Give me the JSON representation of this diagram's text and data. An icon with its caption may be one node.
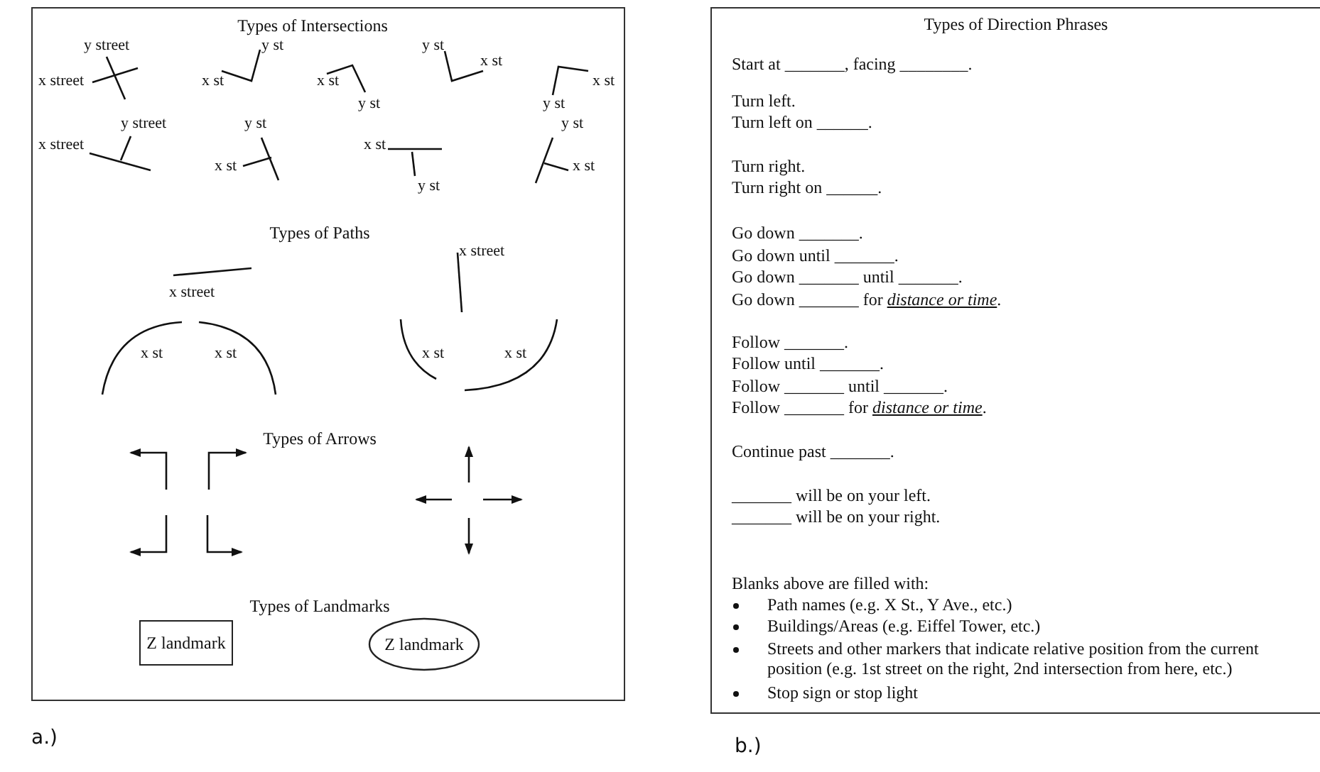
{
  "diagram": {
    "nodes": [
      {
        "text": [],
        "shape": "box"
      },
      {
        "text": [
          "Z landmark"
        ],
        "in": 0
      },
      {
        "text": [
          "Z landmark"
        ],
        "in": 0
      },
      {
        "text": [],
        "shape": "box"
      }
    ],
    "labels": [
      "Types of Intersections",
      "y street",
      "x street",
      "y st",
      "x st",
      "x st",
      "y st",
      "y st",
      "x st",
      "x st",
      "y st",
      "y street",
      "x street",
      "y st",
      "x st",
      "x st",
      "y st",
      "y st",
      "x st",
      "Types of Paths",
      "x street",
      "x st",
      "x st",
      "x street",
      "x st",
      "x st",
      "Types of Arrows",
      "Types of Landmarks",
      "Types of Direction Phrases",
      "Start at _______, facing ________.",
      "Turn left.",
      "Turn left on ______.",
      "Turn right.",
      "Turn right on ______.",
      "Go down _______.",
      "Go down until _______.",
      "Go down _______ until _______.",
      "Go down _______ for *distance or time*.",
      "Follow _______.",
      "Follow until _______.",
      "Follow _______ until _______.",
      "Follow _______ for *distance or time*.",
      "Continue past _______.",
      "_______ will be on your left.",
      "_______ will be on your right.",
      "Blanks above are filled with:",
      "Path names (e.g. X St., Y Ave., etc.)",
      "Buildings/Areas (e.g. Eiffel Tower, etc.)",
      "Streets and other markers that indicate relative position from the current position (e.g. 1st street on the right, 2nd intersection from here, etc.)",
      "Stop sign or stop light",
      "a.)",
      "b.)"
    ]
  }
}
